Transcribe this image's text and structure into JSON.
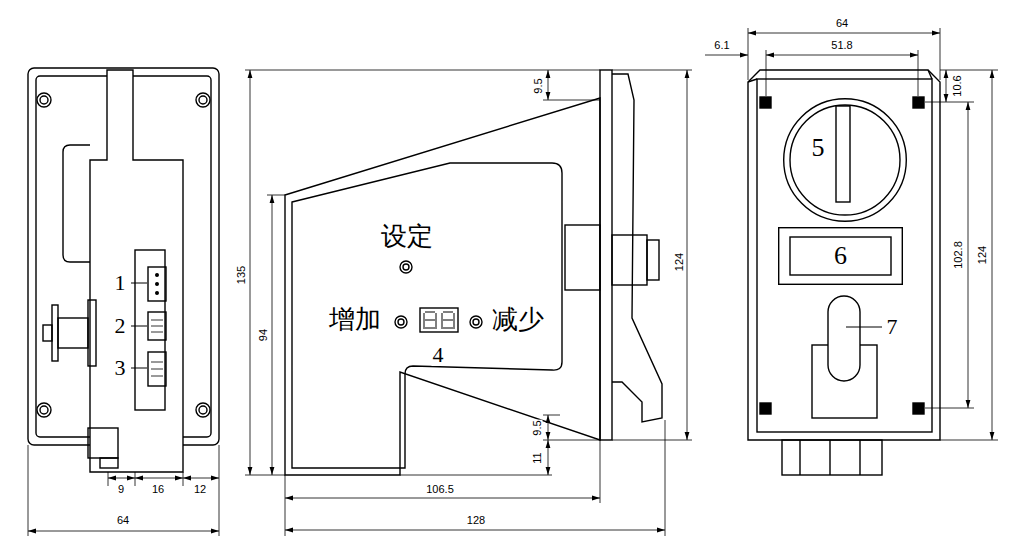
{
  "diagram": {
    "nodes": [
      {
        "text": [
          "5"
        ]
      },
      {
        "text": [
          "6"
        ]
      }
    ],
    "labels": [
      "1",
      "2",
      "3",
      "9",
      "16",
      "12",
      "64",
      "135",
      "94",
      "9.5",
      "设定",
      "增加",
      "减少",
      "4",
      "124",
      "9.5",
      "11",
      "106.5",
      "128",
      "64",
      "6.1",
      "51.8",
      "10.6",
      "102.8",
      "124",
      "7"
    ]
  }
}
